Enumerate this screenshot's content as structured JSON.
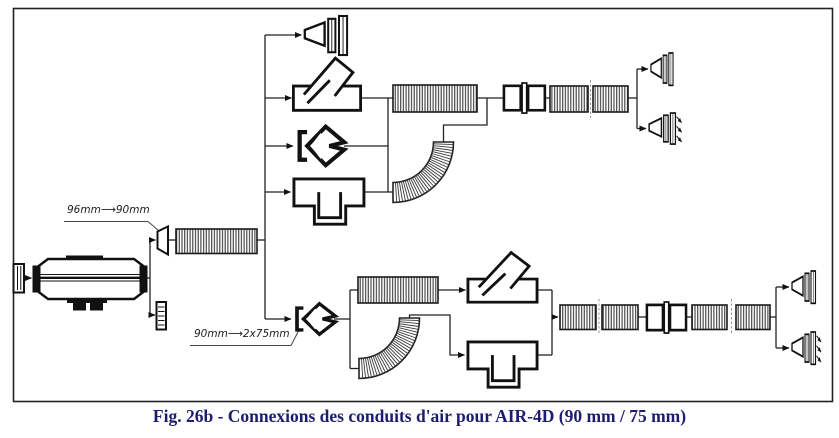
{
  "figure": {
    "caption": "Fig. 26b - Connexions des conduits d'air pour AIR-4D (90 mm / 75 mm)"
  },
  "annotations": {
    "reducer_label": "96mm⟶90mm",
    "splitter_label": "90mm⟶2x75mm"
  },
  "colors": {
    "line": "#1a1a1a",
    "caption_text": "#1c1c70",
    "background": "#ffffff",
    "hose_stripe": "#3c3c3c"
  },
  "components": [
    {
      "name": "air-heater-unit",
      "type": "heater"
    },
    {
      "name": "intake-grille-left",
      "type": "grille"
    },
    {
      "name": "intake-grille-bottom",
      "type": "grille"
    },
    {
      "name": "reducer-cone",
      "type": "adapter",
      "label_ref": "annotations.reducer_label"
    },
    {
      "name": "corrugated-hose",
      "type": "flexible-duct",
      "instances": 9
    },
    {
      "name": "elbow-duct",
      "type": "bend-90",
      "instances": 2
    },
    {
      "name": "y-splitter",
      "type": "splitter",
      "instances": 2,
      "label_ref": "annotations.splitter_label"
    },
    {
      "name": "y-branch-duct",
      "type": "lateral-branch",
      "instances": 2
    },
    {
      "name": "t-branch-duct",
      "type": "tee",
      "instances": 2
    },
    {
      "name": "hose-coupler",
      "type": "coupler",
      "instances": 2
    },
    {
      "name": "outlet-vent",
      "type": "vent",
      "instances": 3
    },
    {
      "name": "outlet-vent-airflow",
      "type": "vent-with-arrows",
      "instances": 2
    }
  ]
}
